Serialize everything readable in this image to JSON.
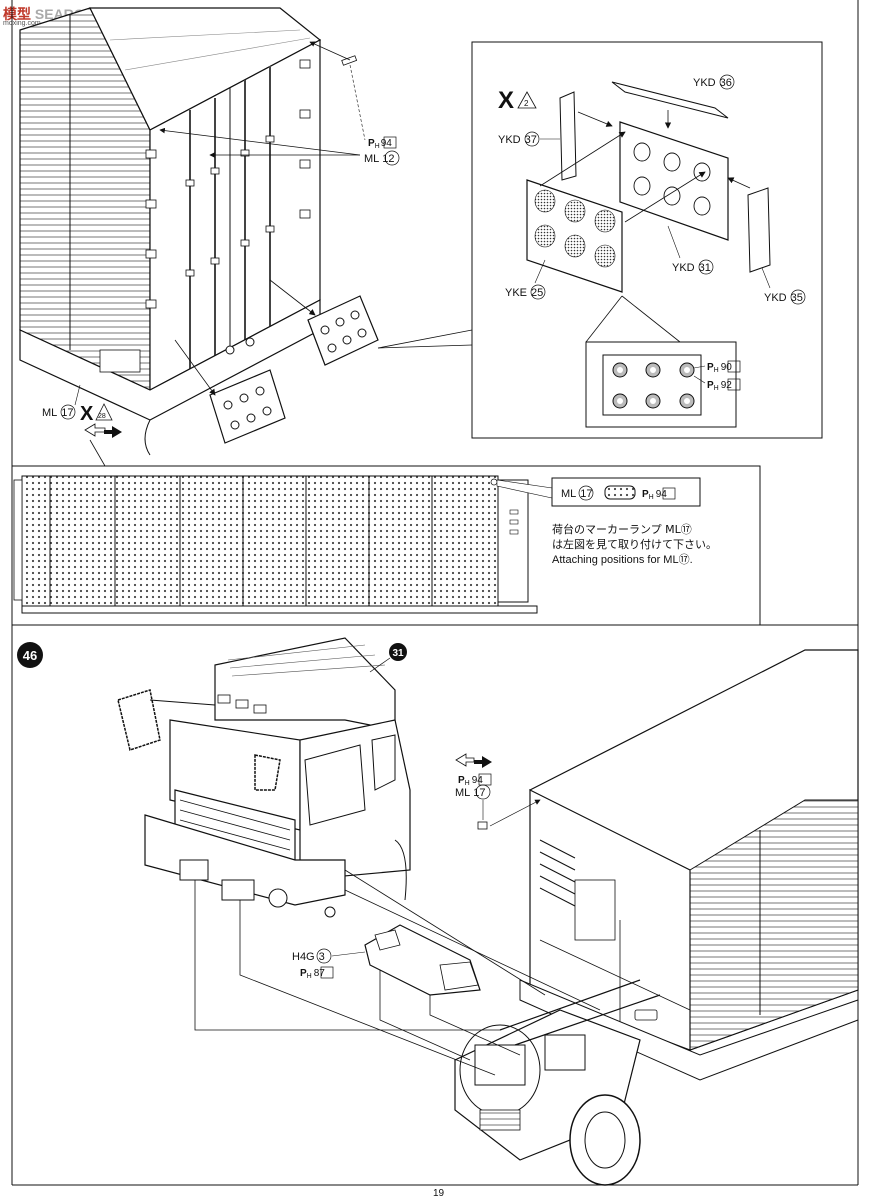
{
  "watermark": {
    "cn": "模型",
    "en": "SEARCH",
    "url": "moxing.com"
  },
  "page_number": "19",
  "top_left_callouts": {
    "ph_part": "94",
    "ml_part": "12",
    "ml_label": "ML",
    "ph_label": "P",
    "ph_sub": "H"
  },
  "detail_box": {
    "step_count": "2",
    "parts": [
      {
        "code": "YKD",
        "num": "36"
      },
      {
        "code": "YKD",
        "num": "37"
      },
      {
        "code": "YKD",
        "num": "31"
      },
      {
        "code": "YKE",
        "num": "25"
      },
      {
        "code": "YKD",
        "num": "35"
      }
    ],
    "sub_callouts": [
      {
        "num": "90"
      },
      {
        "num": "92"
      }
    ]
  },
  "lower_left_callout": {
    "ml_label": "ML",
    "ml_num": "17",
    "step_count": "28"
  },
  "side_view_callout": {
    "ml_label": "ML",
    "ml_num": "17",
    "ph_num": "94"
  },
  "note": {
    "jp_line1": "荷台のマーカーランプ ML⑰",
    "jp_line2": "は左図を見て取り付けて下さい。",
    "en_line": "Attaching positions for ML⑰."
  },
  "step46": {
    "step_number": "46",
    "cab_part": "31",
    "ph_num": "94",
    "ml_label": "ML",
    "ml_num": "17",
    "h4g_label": "H4G",
    "h4g_num": "3",
    "ph2_num": "87"
  }
}
